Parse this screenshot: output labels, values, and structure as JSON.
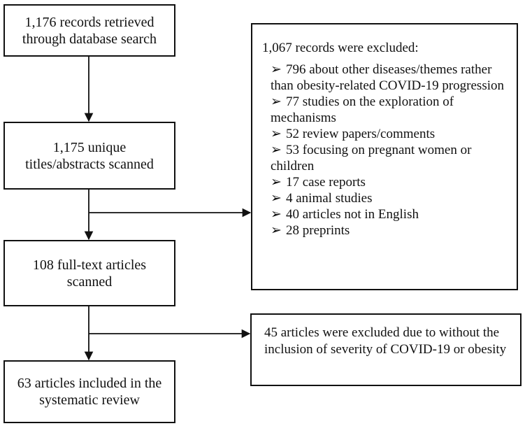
{
  "boxes": {
    "retrieved": {
      "lines": [
        "1,176 records retrieved",
        "through database search"
      ]
    },
    "unique": {
      "lines": [
        "1,175 unique",
        "titles/abstracts scanned"
      ]
    },
    "fulltext": {
      "lines": [
        "108 full-text articles",
        "scanned"
      ]
    },
    "included": {
      "lines": [
        "63 articles included in the",
        "systematic review"
      ]
    }
  },
  "exclusion1": {
    "title": "1,067 records were excluded:",
    "bullet_glyph": "➢",
    "items": [
      "796 about other diseases/themes rather than obesity-related COVID-19 progression",
      "77 studies on the exploration of mechanisms",
      "52 review papers/comments",
      "53 focusing on pregnant women or children",
      "17 case reports",
      "4 animal studies",
      "40 articles not in English",
      "28 preprints"
    ]
  },
  "exclusion2": {
    "text": "45 articles were excluded due to without the inclusion of severity of COVID-19 or obesity"
  },
  "colors": {
    "stroke": "#111111",
    "background": "#ffffff"
  }
}
